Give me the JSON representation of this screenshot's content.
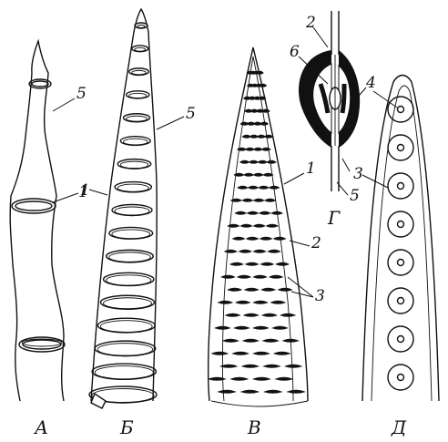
{
  "panels": [
    "А",
    "Б",
    "В",
    "Г",
    "Д"
  ],
  "callouts": {
    "a_5": "5",
    "a_1": "1",
    "b_1": "1",
    "b_5": "5",
    "v_1": "1",
    "v_2": "2",
    "v_3": "3",
    "g_2": "2",
    "g_6": "6",
    "g_4": "4",
    "g_3": "3",
    "g_5": "5"
  }
}
